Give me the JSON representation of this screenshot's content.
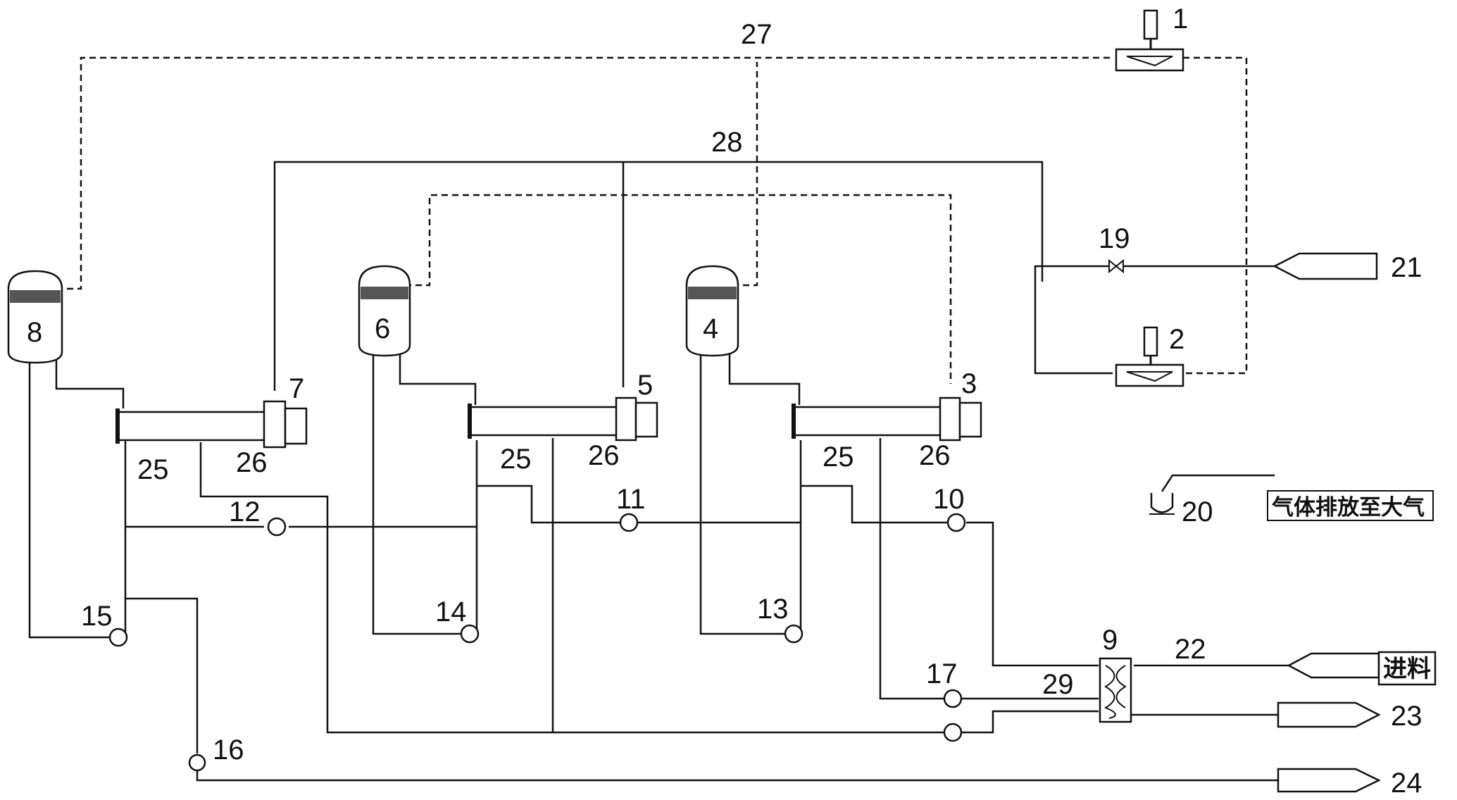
{
  "vessels": [
    {
      "id": "v8",
      "label": "8"
    },
    {
      "id": "v6",
      "label": "6"
    },
    {
      "id": "v4",
      "label": "4"
    }
  ],
  "labels": {
    "n1": "1",
    "n2": "2",
    "n3": "3",
    "n5": "5",
    "n7": "7",
    "n9": "9",
    "n10": "10",
    "n11": "11",
    "n12": "12",
    "n13": "13",
    "n14": "14",
    "n15": "15",
    "n16": "16",
    "n17": "17",
    "n19": "19",
    "n20": "20",
    "n21": "21",
    "n22": "22",
    "n23": "23",
    "n24": "24",
    "n27": "27",
    "n28": "28",
    "n29": "29",
    "n25a": "25",
    "n25b": "25",
    "n25c": "25",
    "n26a": "26",
    "n26b": "26",
    "n26c": "26"
  },
  "texts": {
    "feed": "进料",
    "gas_vent": "气体排放至大气"
  }
}
